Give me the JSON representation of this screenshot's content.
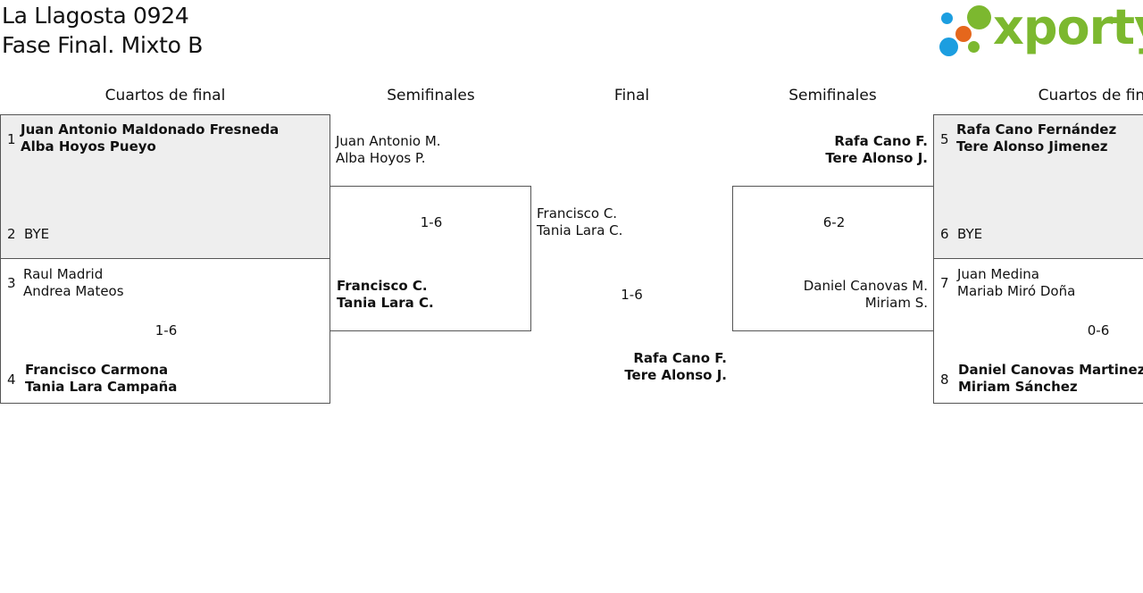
{
  "header": {
    "title": "La Llagosta 0924",
    "subtitle": "Fase Final. Mixto B",
    "logo_text": "xporty",
    "logo_colors": {
      "green": "#7cb82f",
      "blue": "#1c9ee0",
      "orange": "#e5671c"
    }
  },
  "rounds": {
    "left_quarter": "Cuartos de final",
    "left_semi": "Semifinales",
    "final": "Final",
    "right_semi": "Semifinales",
    "right_quarter": "Cuartos de final"
  },
  "left_qf": {
    "m1": {
      "seed_a": "1",
      "a_line1": "Juan Antonio Maldonado Fresneda",
      "a_line2": "Alba Hoyos Pueyo",
      "seed_b": "2",
      "b_line1": "BYE"
    },
    "m2": {
      "seed_a": "3",
      "a_line1": "Raul Madrid",
      "a_line2": "Andrea Mateos",
      "score": "1-6",
      "seed_b": "4",
      "b_line1": "Francisco Carmona",
      "b_line2": "Tania Lara Campaña"
    }
  },
  "left_sf": {
    "top_line1": "Juan Antonio M.",
    "top_line2": "Alba Hoyos P.",
    "score": "1-6",
    "bottom_line1": "Francisco C.",
    "bottom_line2": "Tania Lara C."
  },
  "final": {
    "top_line1": "Francisco C.",
    "top_line2": "Tania Lara C.",
    "score": "1-6",
    "bottom_line1": "Rafa Cano F.",
    "bottom_line2": "Tere Alonso J."
  },
  "right_sf": {
    "top_line1": "Rafa Cano F.",
    "top_line2": "Tere Alonso J.",
    "score": "6-2",
    "bottom_line1": "Daniel Canovas M.",
    "bottom_line2": "Miriam S."
  },
  "right_qf": {
    "m1": {
      "seed_a": "5",
      "a_line1": "Rafa Cano Fernández",
      "a_line2": "Tere Alonso Jimenez",
      "seed_b": "6",
      "b_line1": "BYE"
    },
    "m2": {
      "seed_a": "7",
      "a_line1": "Juan Medina",
      "a_line2": "Mariab Miró Doña",
      "score": "0-6",
      "seed_b": "8",
      "b_line1": "Daniel Canovas Martinez",
      "b_line2": "Miriam Sánchez"
    }
  }
}
